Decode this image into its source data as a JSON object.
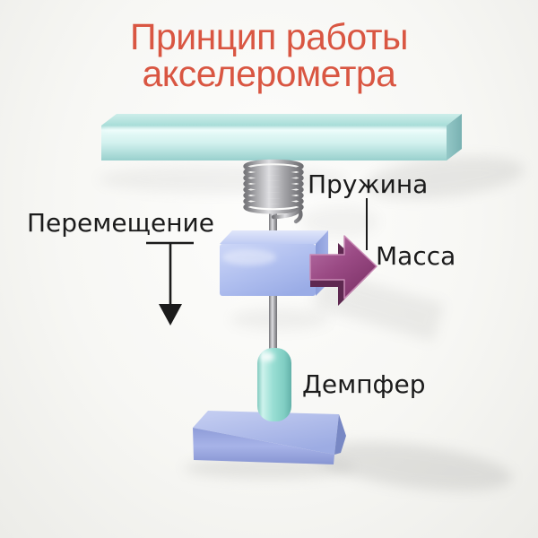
{
  "title": {
    "line1": "Принцип работы",
    "line2": "акселерометра"
  },
  "labels": {
    "displacement": "Перемещение",
    "spring": "Пружина",
    "mass": "Масса",
    "damper": "Демпфер"
  },
  "colors": {
    "title_text": "#d95642",
    "label_text": "#1b1b1b",
    "beam_teal": "#bfe8e4",
    "mass_block_blue": "#a9b8ec",
    "arrow_magenta": "#94427e",
    "damper_teal": "#8ed6cb",
    "base_blue": "#9fade3",
    "spring_metal": "#a9a9ad",
    "annotation_black": "#1b1b1b",
    "background": "#f4f4f1"
  }
}
